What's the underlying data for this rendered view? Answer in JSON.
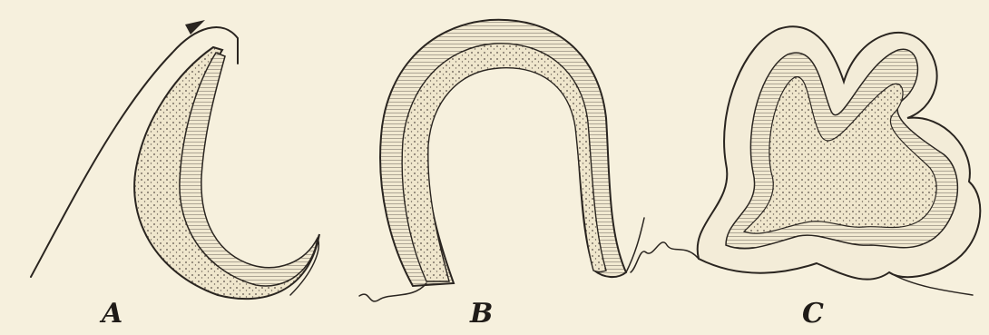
{
  "figure": {
    "panels": [
      {
        "id": "A",
        "label": "A"
      },
      {
        "id": "B",
        "label": "B"
      },
      {
        "id": "C",
        "label": "C"
      }
    ],
    "colors": {
      "paper": "#f6f0dd",
      "ink": "#2a2520",
      "fill": "#efe6cc"
    }
  }
}
